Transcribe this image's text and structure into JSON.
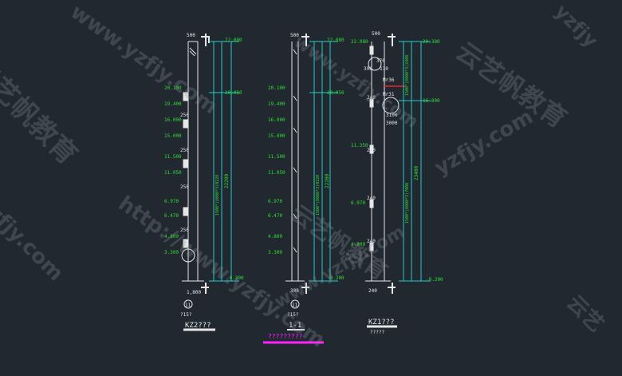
{
  "watermarks": {
    "cn": "云艺帆教育",
    "url_short": "yzfjy.com",
    "url_long": "http://www.yzfjy.com",
    "url_partial": "www.yzfjy.com",
    "url_frag_tr": "yzfjy",
    "cn_frag_br": "云艺"
  },
  "colors": {
    "background": "#212830",
    "line": "#e6e6e6",
    "dimension_green": "#33dd33",
    "dimension_cyan": "#22cccc",
    "red": "#ee2222",
    "magenta": "#ff22ff",
    "watermark": "#8b939b"
  },
  "column_left": {
    "top_dim": "500",
    "levels": [
      {
        "upper": "22.080",
        "lower": "20.050"
      },
      {
        "upper": "20.100",
        "lower": "19.400"
      },
      {
        "upper": "16.000",
        "lower": "15.000"
      },
      {
        "upper": "11.500",
        "lower": "11.050"
      },
      {
        "upper": "6.970",
        "lower": "6.470"
      },
      {
        "upper": "4.800",
        "lower": "3.300"
      }
    ],
    "side_dims": [
      "250",
      "250",
      "250",
      "250"
    ],
    "bottom_dim": "1,800",
    "base_level": "-0.200",
    "dim_text_vertical": "1500*(8000*3)0220",
    "dim_total": "22200",
    "axis_top": "11",
    "axis_bottom": "?15?",
    "title": "KZ2???"
  },
  "column_mid": {
    "top_dim": "500",
    "levels": [
      {
        "upper": "22.080",
        "lower": "20.050"
      },
      {
        "upper": "20.100",
        "lower": "19.400"
      },
      {
        "upper": "16.000",
        "lower": "15.000"
      },
      {
        "upper": "11.500",
        "lower": "11.050"
      },
      {
        "upper": "6.970",
        "lower": "6.470"
      },
      {
        "upper": "4.800",
        "lower": "3.300"
      }
    ],
    "bottom_dim": "300",
    "base_level": "-0.200",
    "dim_text_vertical": "1500*(8000*3)0220",
    "dim_total": "22200",
    "axis_top": "11",
    "axis_bottom": "?15?",
    "title": "1-1",
    "caption": "?????????"
  },
  "column_right": {
    "top_dim": "500",
    "top_levels": [
      "22.080",
      "20.380"
    ],
    "small_dims": [
      "370",
      "390",
      "110"
    ],
    "notes": [
      "Mr36",
      "Mr31"
    ],
    "levels": [
      {
        "upper": "16.800",
        "dim": "240"
      },
      {
        "upper": "11.350",
        "dim": "240"
      },
      {
        "upper": "6.970",
        "dim": "240"
      },
      {
        "upper": "4.800",
        "dim": "240"
      }
    ],
    "mid_dims": [
      "3100",
      "3000"
    ],
    "base_level": "-0.200",
    "dim_text_vertical": "1500*(8000*3)2400",
    "dim_text_vertical2": "1500*(8000*2)7000",
    "dim_total": "23400",
    "bottom_dim": "240",
    "title": "KZ1???",
    "subtitle": "?????"
  }
}
